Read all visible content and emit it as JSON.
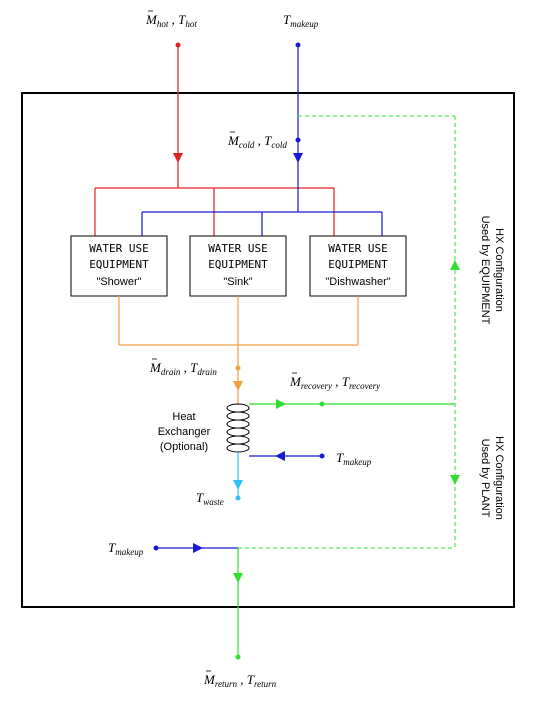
{
  "labels": {
    "m_hot": "M",
    "m_hot_sub": "hot",
    "t_hot": "T",
    "t_hot_sub": "hot",
    "t_makeup_top": "T",
    "t_makeup_top_sub": "makeup",
    "m_cold": "M",
    "m_cold_sub": "cold",
    "t_cold": "T",
    "t_cold_sub": "cold",
    "m_drain": "M",
    "m_drain_sub": "drain",
    "t_drain": "T",
    "t_drain_sub": "drain",
    "m_recovery": "M",
    "m_recovery_sub": "recovery",
    "t_recovery": "T",
    "t_recovery_sub": "recovery",
    "t_makeup_hx": "T",
    "t_makeup_hx_sub": "makeup",
    "t_waste": "T",
    "t_waste_sub": "waste",
    "t_makeup_bottom": "T",
    "t_makeup_bottom_sub": "makeup",
    "m_return": "M",
    "m_return_sub": "return",
    "t_return": "T",
    "t_return_sub": "return"
  },
  "equipment": [
    {
      "line1": "WATER USE",
      "line2": "EQUIPMENT",
      "line3": "\"Shower\""
    },
    {
      "line1": "WATER USE",
      "line2": "EQUIPMENT",
      "line3": "\"Sink\""
    },
    {
      "line1": "WATER USE",
      "line2": "EQUIPMENT",
      "line3": "\"Dishwasher\""
    }
  ],
  "heat_exchanger": {
    "line1": "Heat",
    "line2": "Exchanger",
    "line3": "(Optional)"
  },
  "side_labels": {
    "equipment_line1": "Used by EQUIPMENT",
    "equipment_line2": "HX Configuration",
    "plant_line1": "Used by PLANT",
    "plant_line2": "HX Configuration"
  },
  "colors": {
    "hot": "#e02020",
    "cold": "#1a1ad0",
    "drain": "#f0a040",
    "recovery": "#30e030",
    "waste": "#30c0ff",
    "hx": "#f08000",
    "border": "#000000"
  }
}
